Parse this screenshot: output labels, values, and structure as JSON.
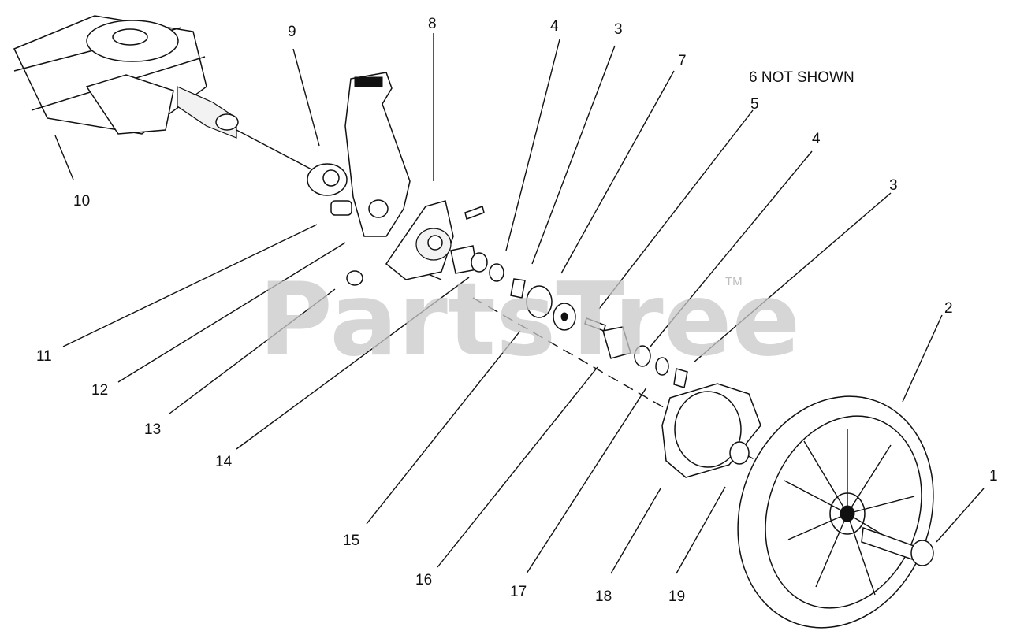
{
  "note": "6 NOT SHOWN",
  "watermark": "PartsTree",
  "watermark_mark": "TM",
  "callouts": {
    "c1": "1",
    "c2": "2",
    "c3a": "3",
    "c3b": "3",
    "c4a": "4",
    "c4b": "4",
    "c5": "5",
    "c7": "7",
    "c8": "8",
    "c9": "9",
    "c10": "10",
    "c11": "11",
    "c12": "12",
    "c13": "13",
    "c14": "14",
    "c15": "15",
    "c16": "16",
    "c17": "17",
    "c18": "18",
    "c19": "19"
  }
}
